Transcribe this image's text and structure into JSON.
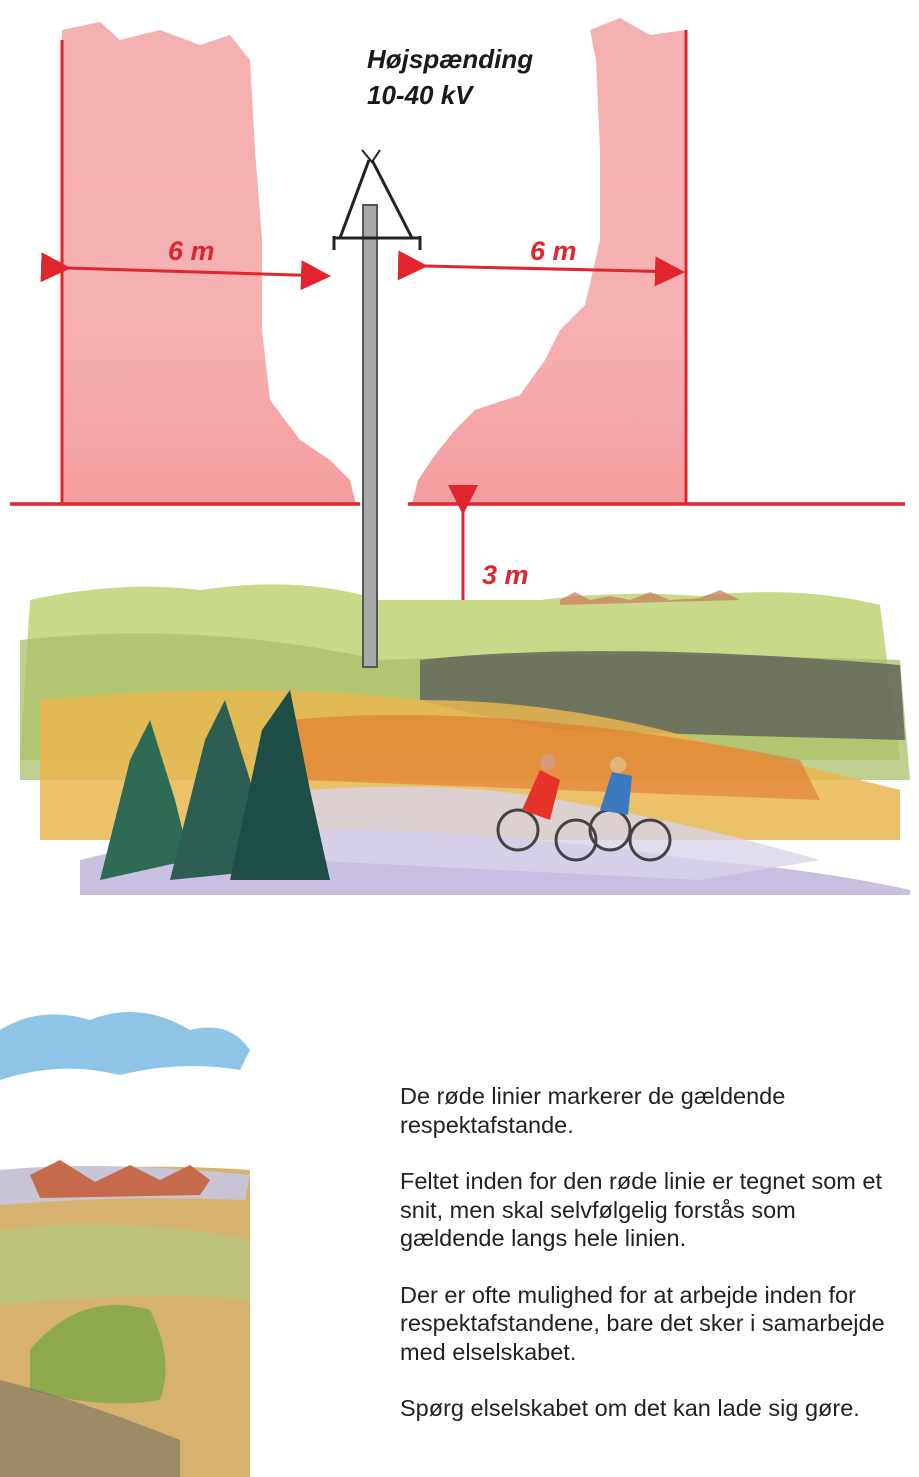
{
  "diagram": {
    "title_line1": "Højspænding",
    "title_line2": "10-40 kV",
    "distance_left": "6 m",
    "distance_right": "6 m",
    "distance_below": "3 m",
    "colors": {
      "zone": "#f08a8c",
      "line": "#e2242c"
    }
  },
  "text": {
    "p1": "De røde linier markerer de gældende respektafstande.",
    "p2": "Feltet inden for den røde linie er tegnet som et snit, men skal selvfølgelig forstås som gældende langs hele linien.",
    "p3": "Der er ofte mulighed for at arbejde inden for respektafstandene, bare det sker i samarbejde med elselskabet.",
    "p4": "Spørg elselskabet om det kan lade sig gøre."
  }
}
